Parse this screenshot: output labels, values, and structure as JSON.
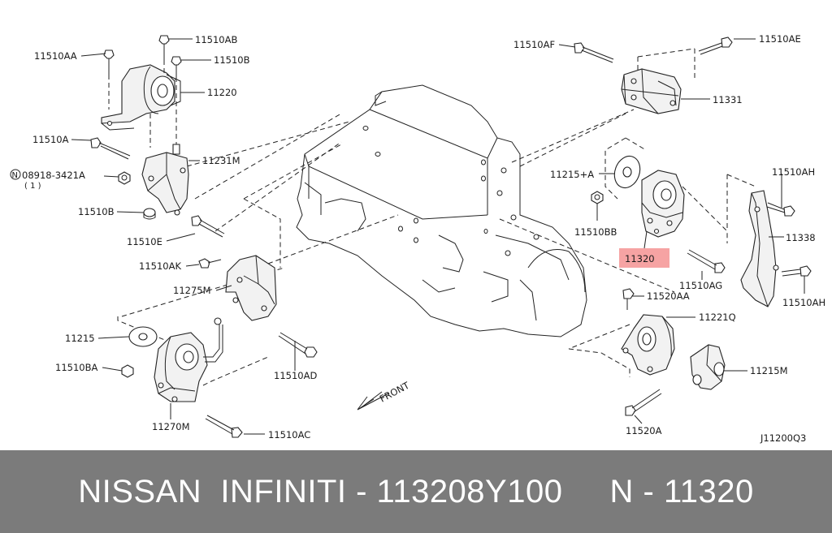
{
  "diagram": {
    "highlight_color": "#f6a3a3",
    "footer_color": "#7b7b7b",
    "labels": {
      "l11510AA": "11510AA",
      "l11510AB": "11510AB",
      "l11510B": "11510B",
      "l11220": "11220",
      "l11510A": "11510A",
      "l11231M": "11231M",
      "l08918": "08918-3421A",
      "l08918qty": "( 1 )",
      "l08918mark": "N",
      "l11510B_2": "11510B",
      "l11510E": "11510E",
      "l11510AK": "11510AK",
      "l11275M": "11275M",
      "l11215": "11215",
      "l11510BA": "11510BA",
      "l11270M": "11270M",
      "l11510AC": "11510AC",
      "l11510AD": "11510AD",
      "lFront": "FRONT",
      "l11510AF": "11510AF",
      "l11510AE": "11510AE",
      "l11331": "11331",
      "l11215A": "11215+A",
      "l11510BB": "11510BB",
      "l11320": "11320",
      "l11510AH": "11510AH",
      "l11338": "11338",
      "l11510AG": "11510AG",
      "l11520AA": "11520AA",
      "l11221Q": "11221Q",
      "l11215M": "11215M",
      "l11520A": "11520A",
      "l11510AH_2": "11510AH",
      "lCode": "J11200Q3"
    }
  },
  "footer": {
    "text": "NISSAN  INFINITI - 113208Y100     N - 11320"
  }
}
